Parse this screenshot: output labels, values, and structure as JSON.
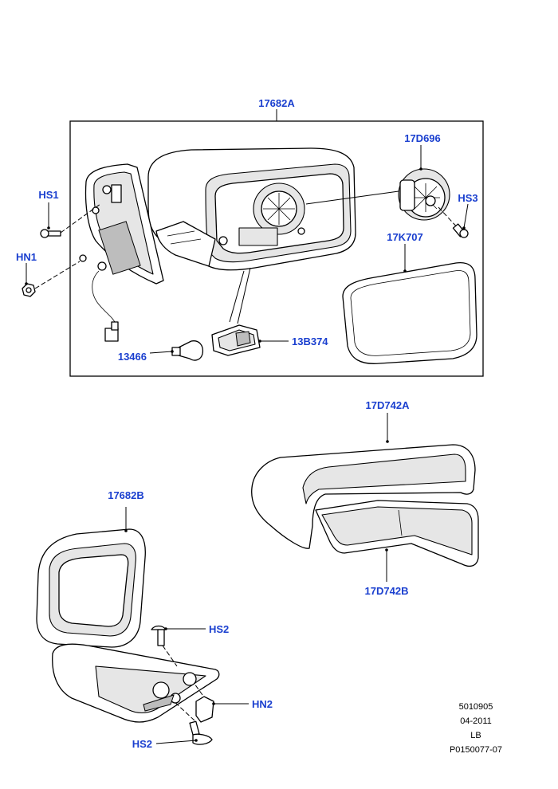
{
  "labels": {
    "assembly_top": "17682A",
    "motor": "17D696",
    "screw_hs1": "HS1",
    "nut_hn1": "HN1",
    "screw_hs3": "HS3",
    "glass": "17K707",
    "bulb": "13466",
    "lamp": "13B374",
    "cover_outer": "17D742A",
    "cover_inner": "17D742B",
    "assembly_bottom": "17682B",
    "screw_hs2_top": "HS2",
    "nut_hn2": "HN2",
    "screw_hs2_bottom": "HS2"
  },
  "meta": {
    "doc_number": "5010905",
    "date": "04-2011",
    "code": "LB",
    "illustration_id": "P0150077-07"
  },
  "colors": {
    "label": "#1a3fcf",
    "line": "#000000",
    "shade": "#e6e6e6"
  }
}
